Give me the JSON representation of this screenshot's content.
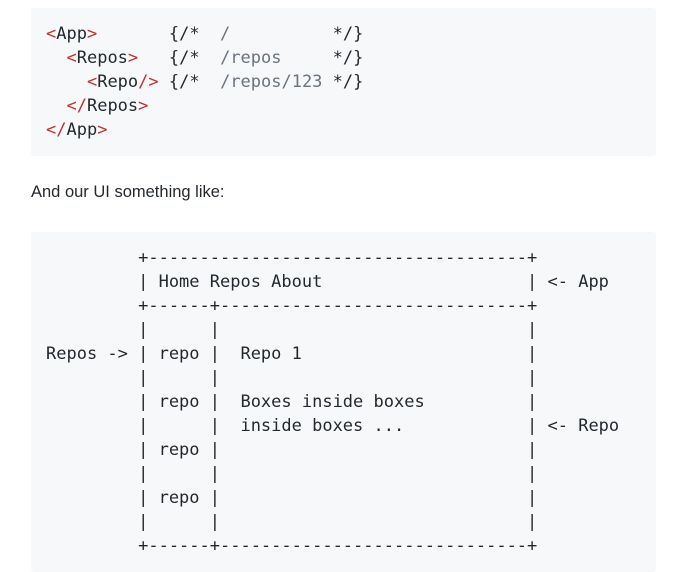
{
  "page": {
    "paragraph": "And our UI something like:"
  },
  "colors": {
    "page_background": "#ffffff",
    "code_background": "#f6f8fa",
    "code_foreground": "#24292e",
    "code_tag_punctuation_red": "#c5302c",
    "code_comment_path_gray": "#6a737d",
    "text_foreground": "#24292e"
  },
  "jsx_code_block": {
    "lines": [
      {
        "tokens": [
          {
            "c": "r",
            "t": "<"
          },
          {
            "c": "f",
            "t": "App"
          },
          {
            "c": "r",
            "t": ">"
          },
          {
            "c": "f",
            "t": "       {/*  "
          },
          {
            "c": "g",
            "t": "/"
          },
          {
            "c": "f",
            "t": "          */}"
          }
        ]
      },
      {
        "tokens": [
          {
            "c": "f",
            "t": "  "
          },
          {
            "c": "r",
            "t": "<"
          },
          {
            "c": "f",
            "t": "Repos"
          },
          {
            "c": "r",
            "t": ">"
          },
          {
            "c": "f",
            "t": "   {/*  "
          },
          {
            "c": "g",
            "t": "/repos"
          },
          {
            "c": "f",
            "t": "     */}"
          }
        ]
      },
      {
        "tokens": [
          {
            "c": "f",
            "t": "    "
          },
          {
            "c": "r",
            "t": "<"
          },
          {
            "c": "f",
            "t": "Repo"
          },
          {
            "c": "r",
            "t": "/>"
          },
          {
            "c": "f",
            "t": " {/*  "
          },
          {
            "c": "g",
            "t": "/repos/123"
          },
          {
            "c": "f",
            "t": " */}"
          }
        ]
      },
      {
        "tokens": [
          {
            "c": "f",
            "t": "  "
          },
          {
            "c": "r",
            "t": "</"
          },
          {
            "c": "f",
            "t": "Repos"
          },
          {
            "c": "r",
            "t": ">"
          }
        ]
      },
      {
        "tokens": [
          {
            "c": "r",
            "t": "</"
          },
          {
            "c": "f",
            "t": "App"
          },
          {
            "c": "r",
            "t": ">"
          }
        ]
      }
    ]
  },
  "ascii_diagram_block": {
    "lines": [
      "         +-------------------------------------+",
      "         | Home Repos About                    | <- App",
      "         +------+------------------------------+",
      "         |      |                              |",
      "Repos -> | repo |  Repo 1                      |",
      "         |      |                              |",
      "         | repo |  Boxes inside boxes          |",
      "         |      |  inside boxes ...            | <- Repo",
      "         | repo |                              |",
      "         |      |                              |",
      "         | repo |                              |",
      "         |      |                              |",
      "         +------+------------------------------+"
    ]
  }
}
